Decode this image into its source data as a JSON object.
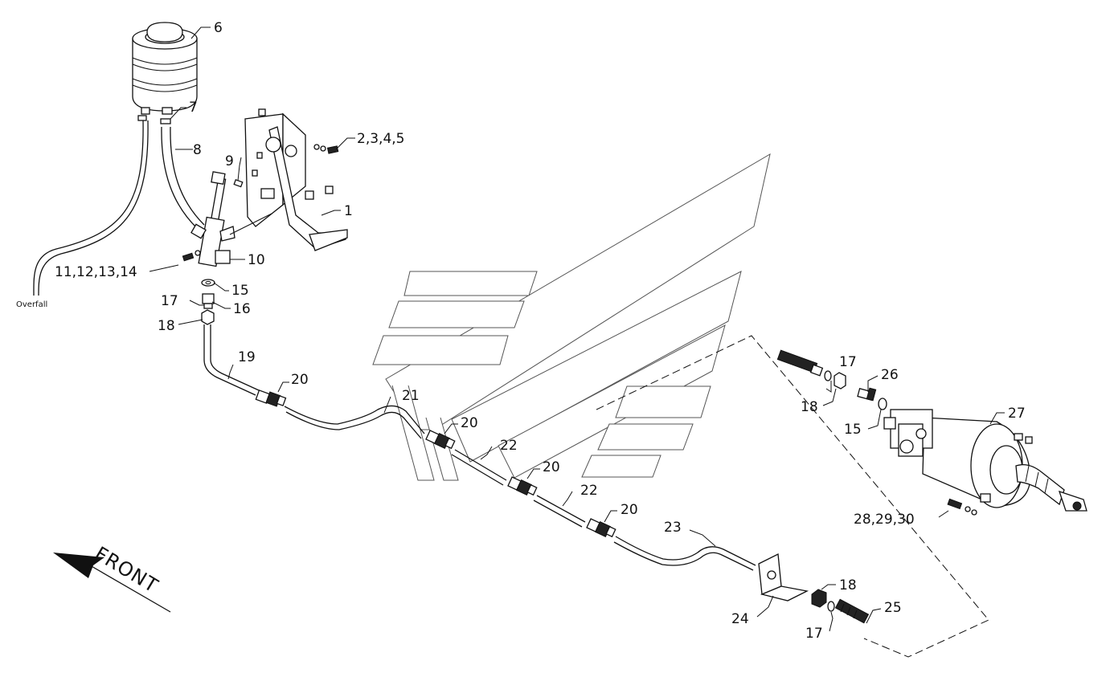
{
  "labels": {
    "l1": "1",
    "l2": "2,3,4,5",
    "l6": "6",
    "l7": "7",
    "l8": "8",
    "l9": "9",
    "l10": "10",
    "l11": "11,12,13,14",
    "l15a": "15",
    "l16": "16",
    "l17a": "17",
    "l18a": "18",
    "l19": "19",
    "l20a": "20",
    "l21": "21",
    "l20b": "20",
    "l22a": "22",
    "l20c": "20",
    "l22b": "22",
    "l20d": "20",
    "l23": "23",
    "l24": "24",
    "l18c": "18",
    "l17c": "17",
    "l25": "25",
    "l17b": "17",
    "l18b": "18",
    "l26": "26",
    "l15b": "15",
    "l27": "27",
    "l28": "28,29,30"
  },
  "overfall": "Overfall",
  "front": "FRONT",
  "colors": {
    "line": "#111111",
    "watermark": "#555555",
    "background": "#ffffff"
  }
}
